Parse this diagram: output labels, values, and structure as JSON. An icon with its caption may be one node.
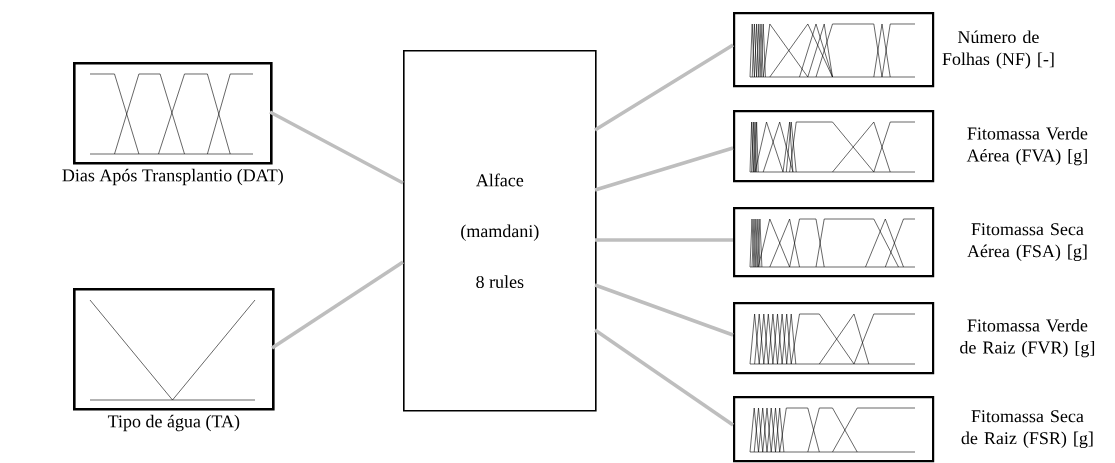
{
  "diagram": {
    "nodes": [
      {
        "text": [
          "Dias Após Transplantio (DAT)"
        ]
      },
      {
        "text": [
          "Tipo de água (TA)"
        ]
      },
      {
        "text": [
          "Alface",
          "(mamdani)",
          "8 rules"
        ]
      },
      {
        "text": [
          "Número de Folhas (NF) [-]"
        ]
      },
      {
        "text": [
          "Fitomassa Verde Aérea (FVA) [g]"
        ]
      },
      {
        "text": [
          "Fitomassa Seca Aérea (FSA) [g]"
        ]
      },
      {
        "text": [
          "Fitomassa Verde de Raiz (FVR) [g]"
        ]
      },
      {
        "text": [
          "Fitomassa Seca de Raiz (FSR) [g]"
        ]
      }
    ],
    "edges": [
      {
        "from": 0,
        "to": 2,
        "arrow": "none"
      },
      {
        "from": 1,
        "to": 2,
        "arrow": "none"
      },
      {
        "from": 2,
        "to": 3,
        "arrow": "none"
      },
      {
        "from": 2,
        "to": 4,
        "arrow": "none"
      },
      {
        "from": 2,
        "to": 5,
        "arrow": "none"
      },
      {
        "from": 2,
        "to": 6,
        "arrow": "none"
      },
      {
        "from": 2,
        "to": 7,
        "arrow": "none"
      }
    ]
  }
}
